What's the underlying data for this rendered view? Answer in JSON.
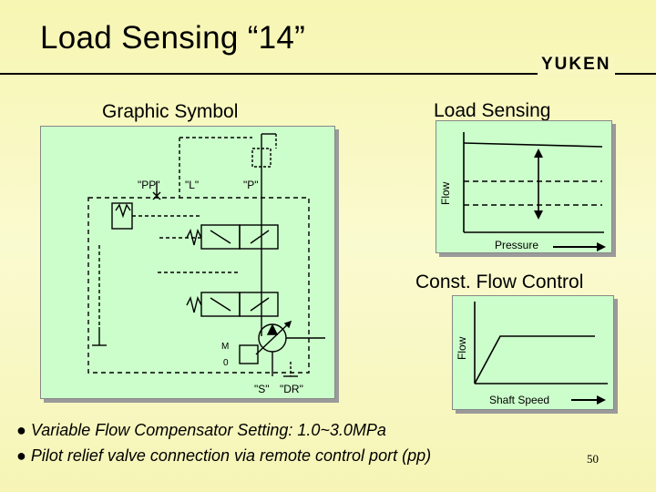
{
  "slide": {
    "title": "Load Sensing “14”",
    "logo": "YUKEN",
    "page_number": "50"
  },
  "graphic_symbol": {
    "heading": "Graphic Symbol",
    "port_labels": [
      "\"PP\"",
      "\"L\"",
      "\"P\"",
      "\"S\"",
      "\"DR\""
    ],
    "motor_labels": [
      "M",
      "0"
    ]
  },
  "load_sensing": {
    "heading": "Load Sensing",
    "y_axis_label": "Flow",
    "x_axis_label": "Pressure"
  },
  "const_flow": {
    "heading": "Const. Flow Control",
    "y_axis_label": "Flow",
    "x_axis_label": "Shaft Speed"
  },
  "bullets": [
    "Variable Flow Compensator Setting: 1.0~3.0MPa",
    "Pilot relief valve connection via remote control port (pp)"
  ],
  "colors": {
    "background": "#f8f7c0",
    "panel": "#ccfecb"
  }
}
